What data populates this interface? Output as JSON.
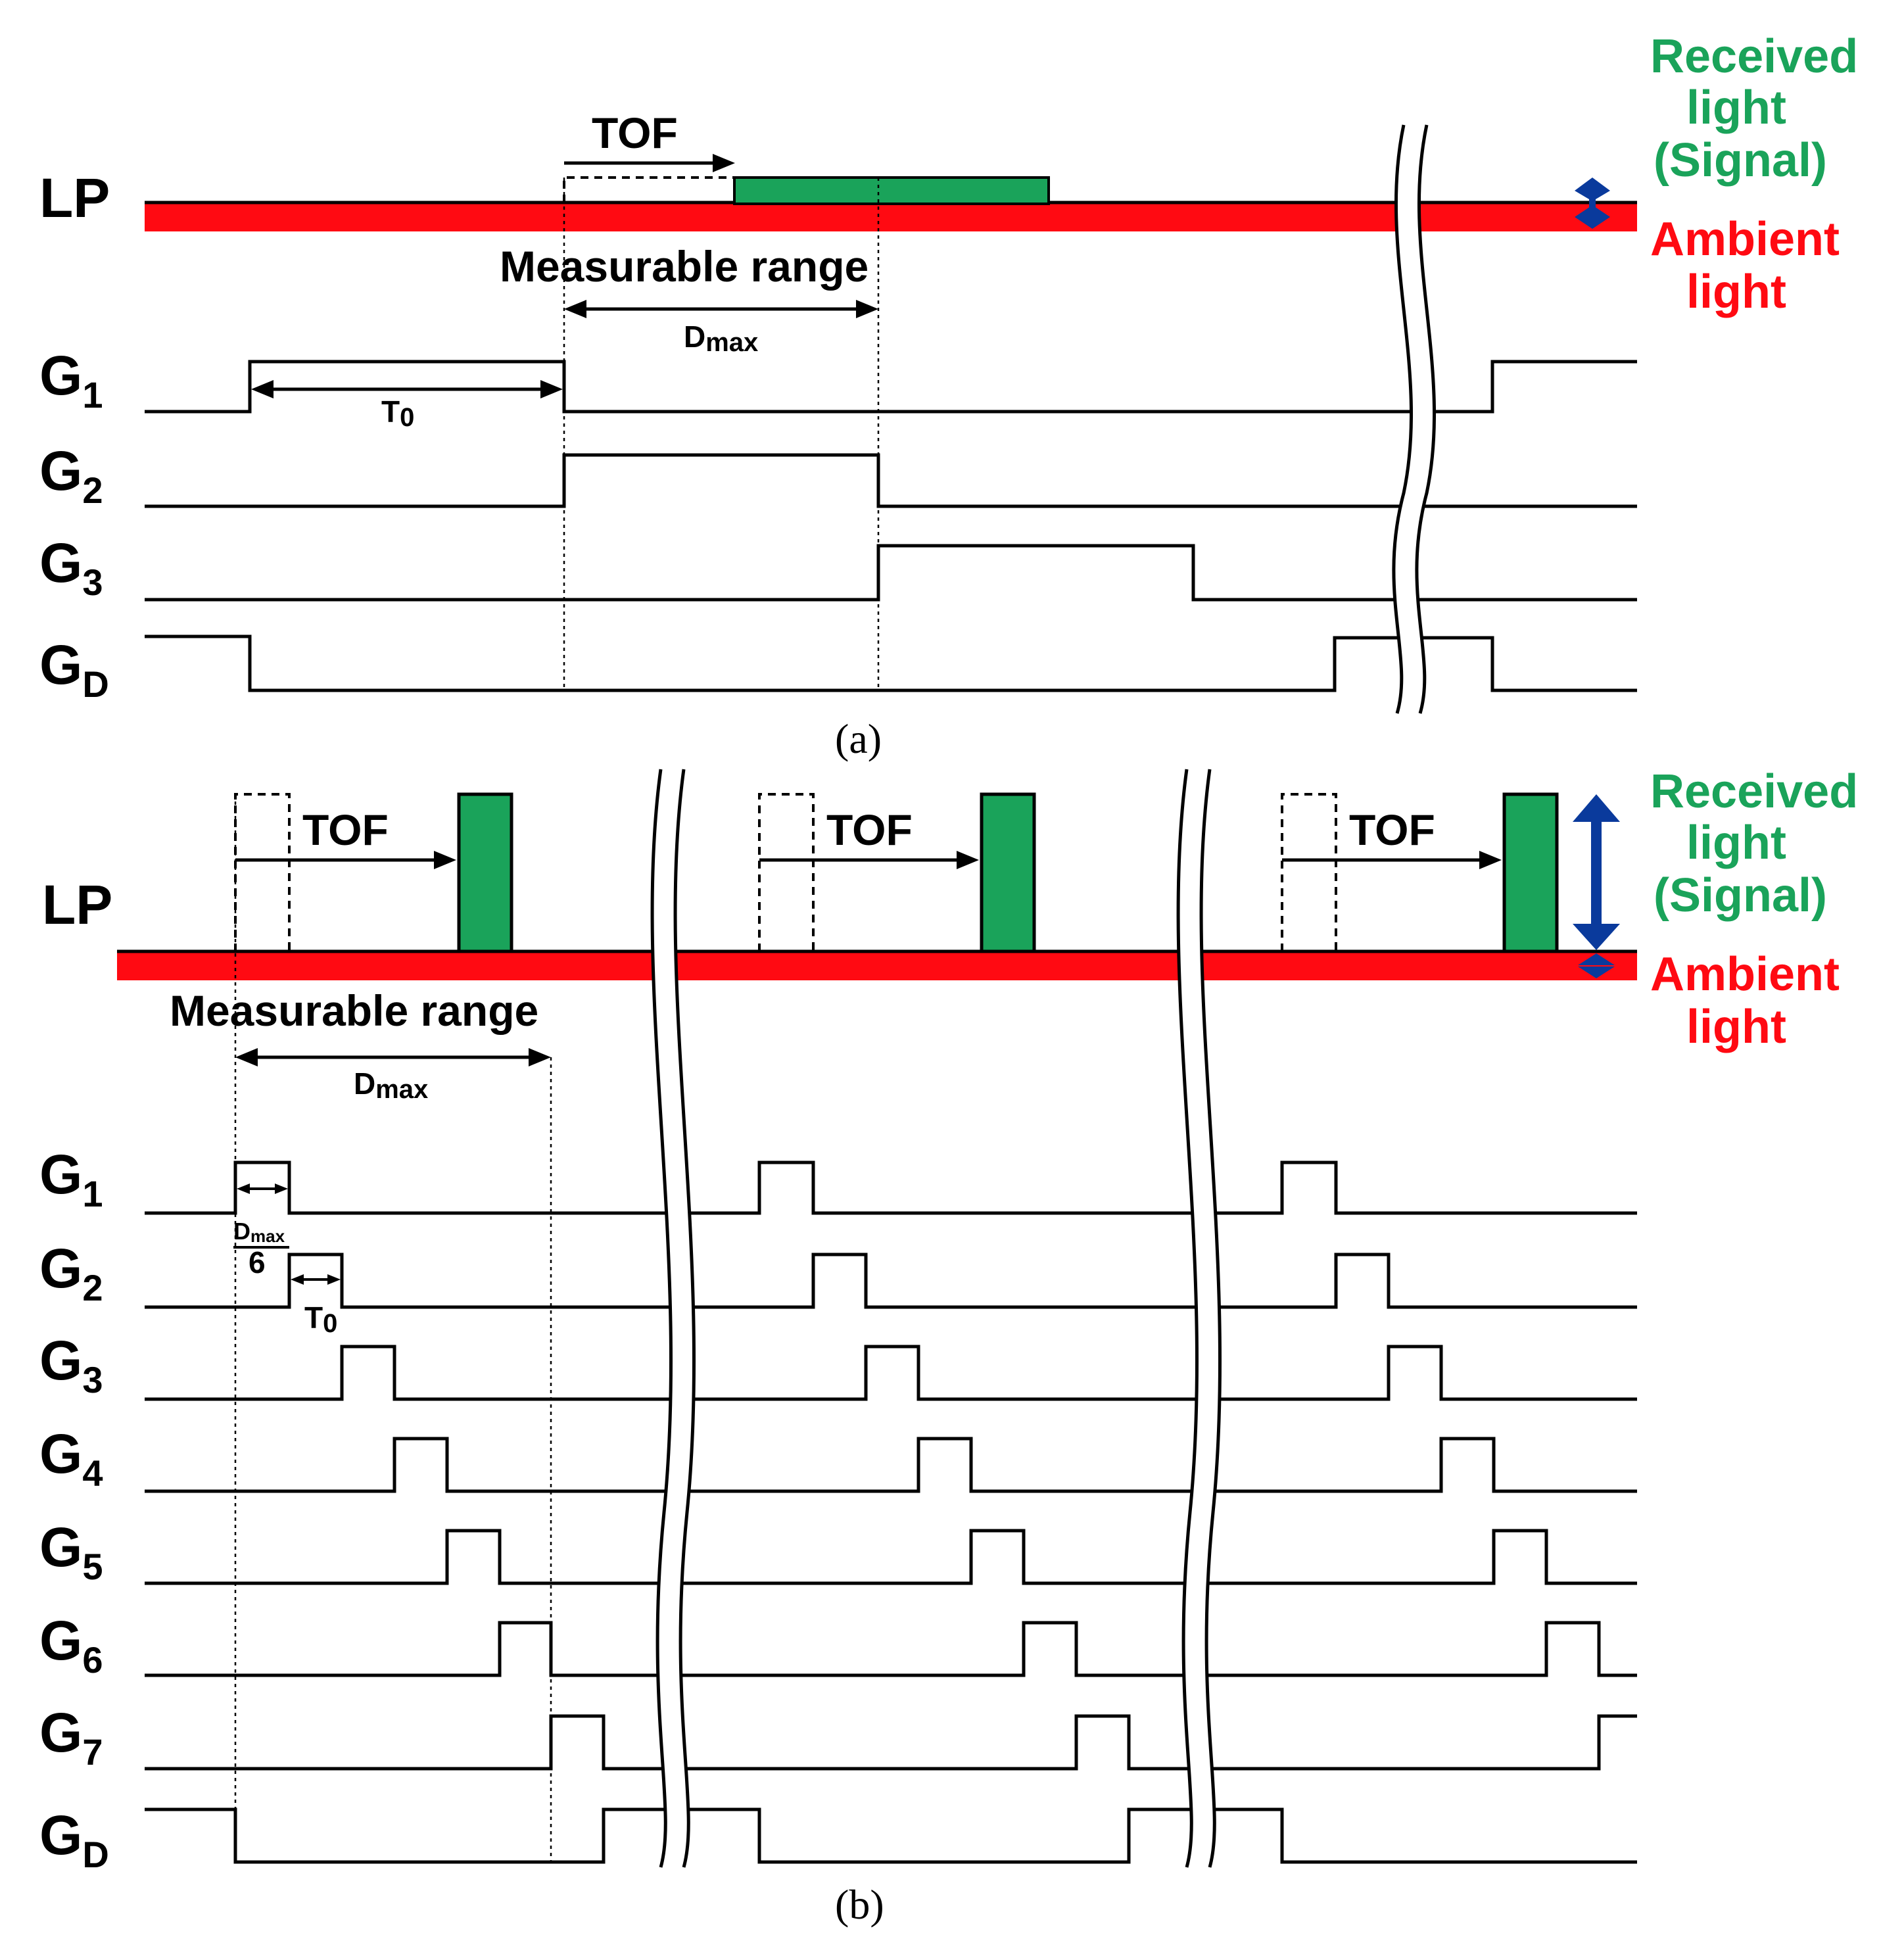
{
  "panel_a": {
    "caption": "(a)",
    "lp_label": "LP",
    "tof_label": "TOF",
    "range_label": "Measurable range",
    "dmax_main": "D",
    "dmax_sub": "max",
    "t0_main": "T",
    "t0_sub": "0",
    "gates": [
      {
        "main": "G",
        "sub": "1"
      },
      {
        "main": "G",
        "sub": "2"
      },
      {
        "main": "G",
        "sub": "3"
      },
      {
        "main": "G",
        "sub": "D"
      }
    ],
    "legend": {
      "received": [
        "Received",
        "light",
        "(Signal)"
      ],
      "ambient": [
        "Ambient",
        "light"
      ]
    }
  },
  "panel_b": {
    "caption": "(b)",
    "lp_label": "LP",
    "tof_labels": [
      "TOF",
      "TOF",
      "TOF"
    ],
    "range_label": "Measurable range",
    "dmax_main": "D",
    "dmax_sub": "max",
    "frac_top": "D",
    "frac_top_sub": "max",
    "frac_bottom": "6",
    "t0_main": "T",
    "t0_sub": "0",
    "gates": [
      {
        "main": "G",
        "sub": "1"
      },
      {
        "main": "G",
        "sub": "2"
      },
      {
        "main": "G",
        "sub": "3"
      },
      {
        "main": "G",
        "sub": "4"
      },
      {
        "main": "G",
        "sub": "5"
      },
      {
        "main": "G",
        "sub": "6"
      },
      {
        "main": "G",
        "sub": "7"
      },
      {
        "main": "G",
        "sub": "D"
      }
    ],
    "legend": {
      "received": [
        "Received",
        "light",
        "(Signal)"
      ],
      "ambient": [
        "Ambient",
        "light"
      ]
    }
  },
  "colors": {
    "signal": "#1aa35a",
    "ambient": "#ff0a12",
    "arrow": "#0a3a9c"
  }
}
